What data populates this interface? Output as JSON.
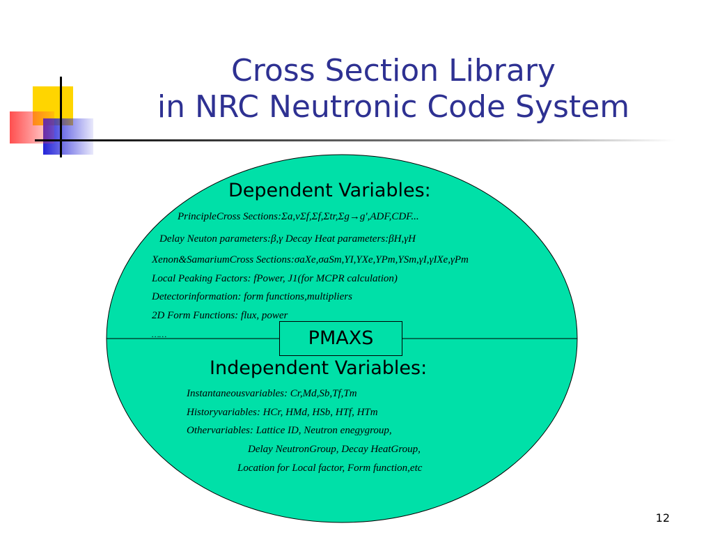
{
  "title": {
    "line1": "Cross Section Library",
    "line2": "in NRC Neutronic Code System"
  },
  "dependent": {
    "heading": "Dependent  Variables:",
    "lines": [
      "PrincipleCross Sections:Σa,νΣf,Σf,Σtr,Σg→g',ADF,CDF...",
      "Delay Neuton parameters:β,γ      Decay Heat parameters:βH,γH",
      "Xenon&SamariumCross Sections:σaXe,σaSm,YI,YXe,YPm,YSm,γI,γIXe,γPm",
      "Local Peaking Factors: fPower,  J1(for MCPR calculation)",
      "Detectorinformation:  form functions,multipliers",
      "2D Form Functions: flux, power",
      "……"
    ]
  },
  "center": {
    "label": "PMAXS"
  },
  "independent": {
    "heading": "Independent  Variables:",
    "lines": [
      "Instantaneousvariables:   Cr,Md,Sb,Tf,Tm",
      "Historyvariables:     HCr, HMd, HSb, HTf, HTm",
      "Othervariables:     Lattice ID, Neutron enegygroup,",
      "Delay NeutronGroup, Decay HeatGroup,",
      "Location for Local factor, Form function,etc"
    ]
  },
  "page_number": "12",
  "colors": {
    "title": "#2e3192",
    "ellipse_fill": "#00e0a8",
    "deco_yellow": "#ffd500",
    "deco_red": "#ff3b3b",
    "deco_blue": "#2424d8"
  }
}
